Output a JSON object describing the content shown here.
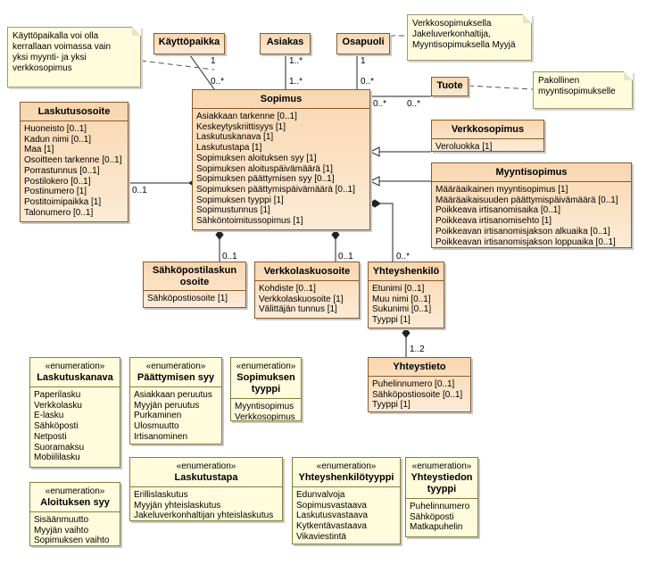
{
  "classes": {
    "kayttopaikka": {
      "title": "Käyttöpaikka"
    },
    "asiakas": {
      "title": "Asiakas"
    },
    "osapuoli": {
      "title": "Osapuoli"
    },
    "tuote": {
      "title": "Tuote"
    },
    "sopimus": {
      "title": "Sopimus",
      "attributes": [
        "Asiakkaan tarkenne [0..1]",
        "Keskeytyskriittisyys [1]",
        "Laskutuskanava [1]",
        "Laskutustapa [1]",
        "Sopimuksen aloituksen syy [1]",
        "Sopimuksen aloituspäivämäärä [1]",
        "Sopimuksen päättymisen syy [0..1]",
        "Sopimuksen päättymispäivämäärä [0..1]",
        "Sopimuksen tyyppi [1]",
        "Sopimustunnus [1]",
        "Sähköntoimitussopimus [1]"
      ]
    },
    "laskutusosoite": {
      "title": "Laskutusosoite",
      "attributes": [
        "Huoneisto [0..1]",
        "Kadun nimi [0..1]",
        "Maa [1]",
        "Osoitteen tarkenne [0..1]",
        "Porrastunnus [0..1]",
        "Postilokero [0..1]",
        "Postinumero [1]",
        "Postitoimipaikka [1]",
        "Talonumero [0..1]"
      ]
    },
    "verkkosopimus": {
      "title": "Verkkosopimus",
      "attributes": [
        "Veroluokka [1]"
      ]
    },
    "myyntisopimus": {
      "title": "Myyntisopimus",
      "attributes": [
        "Määräaikainen myyntisopimus [1]",
        "Määräaikaisuuden päättymispäivämäärä [0..1]",
        "Poikkeava irtisanomisaika [0..1]",
        "Poikkeava irtisanomisehto [1]",
        "Poikkeavan irtisanomisjakson alkuaika [0..1]",
        "Poikkeavan irtisanomisjakson loppuaika [0..1]"
      ]
    },
    "sahkopostilaskunosoite": {
      "title": "Sähköpostilaskun osoite",
      "attributes": [
        "Sähköpostiosoite [1]"
      ]
    },
    "verkkolaskuosoite": {
      "title": "Verkkolaskuosoite",
      "attributes": [
        "Kohdiste [0..1]",
        "Verkkolaskuosoite [1]",
        "Välittäjän tunnus [1]"
      ]
    },
    "yhteyshenkilo": {
      "title": "Yhteyshenkilö",
      "attributes": [
        "Etunimi [0..1]",
        "Muu nimi [0..1]",
        "Sukunimi [0..1]",
        "Tyyppi [1]"
      ]
    },
    "yhteystieto": {
      "title": "Yhteystieto",
      "attributes": [
        "Puhelinnumero [0..1]",
        "Sähköpostiosoite [0..1]",
        "Tyyppi [1]"
      ]
    }
  },
  "enumerations": {
    "stereotype": "«enumeration»",
    "laskutuskanava": {
      "title": "Laskutuskanava",
      "values": [
        "Paperilasku",
        "Verkkolasku",
        "E-lasku",
        "Sähköposti",
        "Netposti",
        "Suoramaksu",
        "Mobiililasku"
      ]
    },
    "paattymisen_syy": {
      "title": "Päättymisen syy",
      "values": [
        "Asiakkaan peruutus",
        "Myyjän peruutus",
        "Purkaminen",
        "Ulosmuutto",
        "Irtisanominen"
      ]
    },
    "sopimuksen_tyyppi": {
      "title": "Sopimuksen tyyppi",
      "values": [
        "Myyntisopimus",
        "Verkkosopimus"
      ]
    },
    "aloituksen_syy": {
      "title": "Aloituksen syy",
      "values": [
        "Sisäänmuutto",
        "Myyjän vaihto",
        "Sopimuksen vaihto"
      ]
    },
    "laskutustapa": {
      "title": "Laskutustapa",
      "values": [
        "Erillislaskutus",
        "Myyjän yhteislaskutus",
        "Jakeluverkonhaltijan yhteislaskutus"
      ]
    },
    "yhteyshenkilotyyppi": {
      "title": "Yhteyshenkilötyyppi",
      "values": [
        "Edunvalvoja",
        "Sopimusvastaava",
        "Laskutusvastaava",
        "Kytkentävastaava",
        "Vikaviestintä"
      ]
    },
    "yhteystiedon_tyyppi": {
      "title": "Yhteystiedon tyyppi",
      "values": [
        "Puhelinnumero",
        "Sähköposti",
        "Matkapuhelin"
      ]
    }
  },
  "notes": {
    "kayttopaikka_note": [
      "Käyttöpaikalla voi olla",
      "kerrallaan voimassa vain",
      "yksi myynti- ja yksi",
      "verkkosopimus"
    ],
    "osapuoli_note": [
      "Verkkosopimuksella",
      "Jakeluverkonhaltija,",
      "Myyntisopimuksella Myyjä"
    ],
    "tuote_note": [
      "Pakollinen",
      "myyntisopimukselle"
    ]
  },
  "multiplicities": {
    "kayttopaikka_end": "1",
    "kayttopaikka_sopimus": "0..*",
    "asiakas_end": "1..*",
    "asiakas_sopimus": "1..*",
    "osapuoli_end": "1",
    "osapuoli_sopimus": "0..*",
    "tuote_sopimus": "0..*",
    "tuote_end": "0..*",
    "laskutusosoite_end": "0..1",
    "sahkoposti_end": "0..1",
    "verkkolasku_end": "0..1",
    "yhteyshenkilo_end": "0..*",
    "yhteystieto_end": "1..2"
  }
}
